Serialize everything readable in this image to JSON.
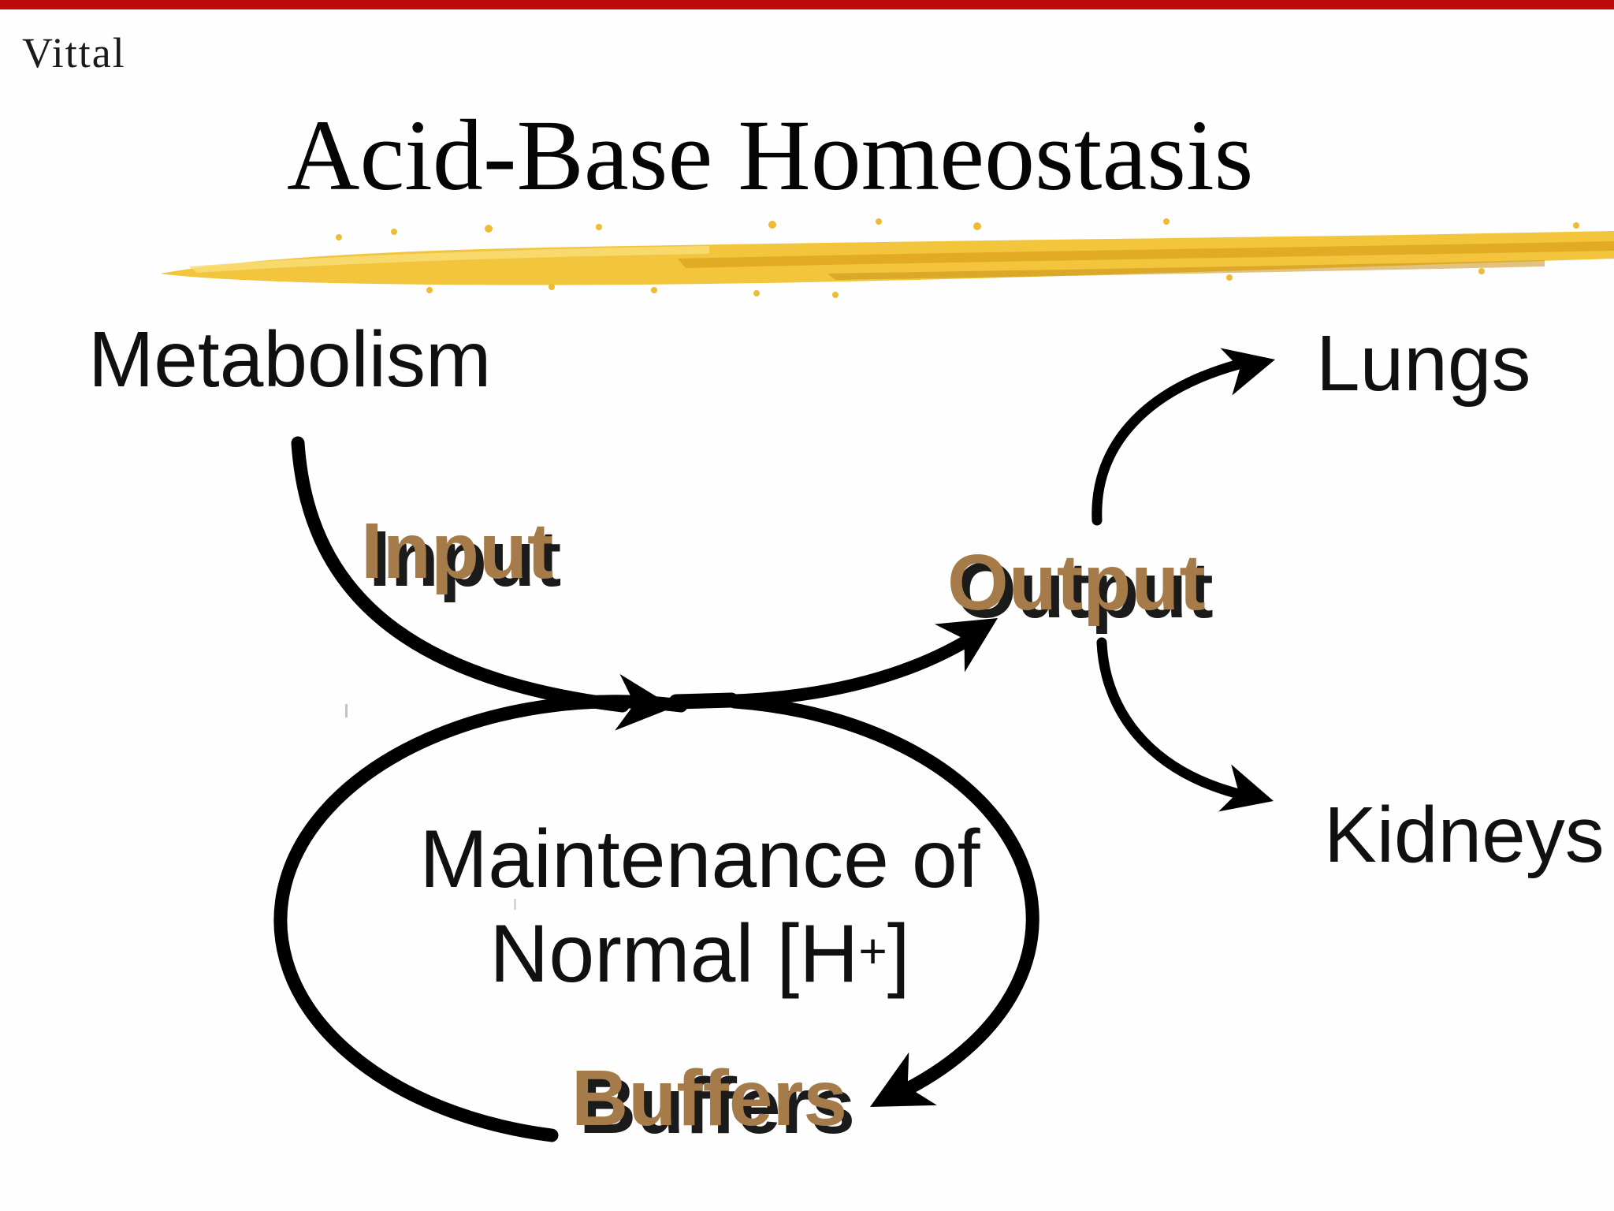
{
  "slide": {
    "background": "#fefefe",
    "top_bar_color": "#bf0a0a",
    "watermark": "Vittal",
    "title": "Acid-Base Homeostasis"
  },
  "underline": {
    "color_main": "#f2c53d",
    "color_light": "#f8dc74",
    "color_dark": "#d9a020",
    "color_deep": "#c8901a"
  },
  "diagram": {
    "arrow_color": "#000000",
    "label_color": "#a57c49",
    "nodes": {
      "metabolism": "Metabolism",
      "lungs": "Lungs",
      "kidneys": "Kidneys",
      "maintenance_line1": "Maintenance of",
      "maintenance_line2_pre": "Normal [H",
      "maintenance_line2_sup": "+",
      "maintenance_line2_post": "]"
    },
    "flow_labels": {
      "input": "Input",
      "output": "Output",
      "buffers": "Buffers"
    }
  }
}
